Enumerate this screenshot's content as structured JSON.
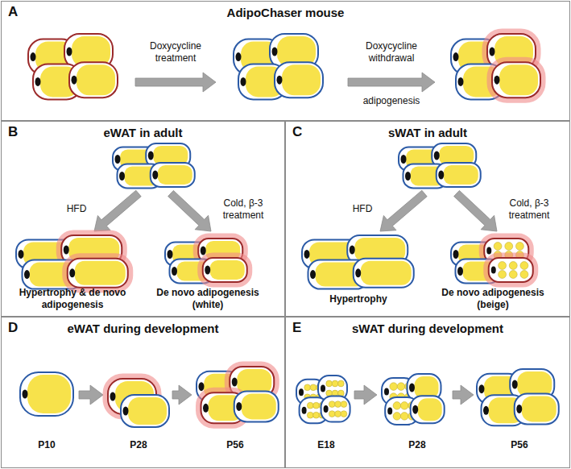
{
  "diagram": {
    "nodes": [
      {
        "text": [
          "A",
          "AdipoChaser mouse"
        ]
      },
      {
        "text": [
          "B",
          "eWAT in adult"
        ]
      },
      {
        "text": [
          "C",
          "sWAT in adult"
        ]
      },
      {
        "text": [
          "D",
          "eWAT during development"
        ]
      },
      {
        "text": [
          "E",
          "sWAT during development"
        ]
      }
    ],
    "labels": [
      "Doxycycline treatment",
      "Doxycycline withdrawal",
      "adipogenesis",
      "HFD",
      "Cold, β-3 treatment",
      "Hypertrophy & de novo adipogenesis",
      "De novo adipogenesis (white)",
      "HFD",
      "Cold, β-3 treatment",
      "Hypertrophy",
      "De novo adipogenesis (beige)",
      "P10",
      "P28",
      "P56",
      "E18",
      "P28",
      "P56"
    ]
  }
}
